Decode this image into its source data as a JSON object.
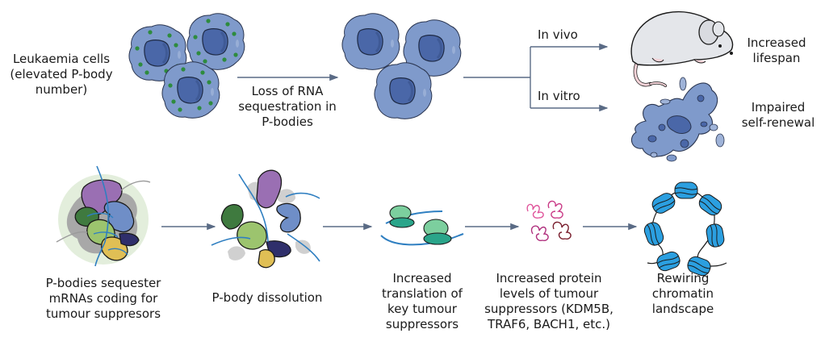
{
  "top_row": {
    "start_label": "Leukaemia cells\n(elevated P-body\nnumber)",
    "arrow_label": "Loss of RNA\nsequestration in\nP-bodies",
    "branch_in_vivo": "In vivo",
    "branch_in_vitro": "In vitro",
    "outcome_in_vivo": "Increased\nlifespan",
    "outcome_in_vitro": "Impaired\nself-renewal"
  },
  "bottom_row": {
    "steps": [
      {
        "label": "P-bodies sequester\nmRNAs coding for\ntumour suppresors"
      },
      {
        "label": "P-body dissolution"
      },
      {
        "label": "Increased\ntranslation of\nkey tumour\nsuppressors"
      },
      {
        "label": "Increased protein\nlevels of tumour\nsuppressors (KDM5B,\nTRAF6, BACH1, etc.)"
      },
      {
        "label": "Rewiring\nchromatin\nlandscape"
      }
    ]
  },
  "icons": {
    "leukaemia_cells": "leukaemia-cell-icon",
    "cells_without_pbodies": "cell-icon",
    "mouse": "mouse-icon",
    "fragmented_cell": "fragmented-cell-icon",
    "pbody": "p-body-icon",
    "dissolved_pbody": "dissolved-p-body-icon",
    "ribosome": "ribosome-icon",
    "protein": "protein-icon",
    "chromatin": "chromatin-icon"
  },
  "colors": {
    "cell_body": "#7f9acb",
    "nucleus": "#4a67a8",
    "pbody_dot": "#2e8b3e",
    "arrow": "#5a6b85",
    "rna": "#2f7fc1",
    "nucleosome": "#2b9fe0"
  }
}
